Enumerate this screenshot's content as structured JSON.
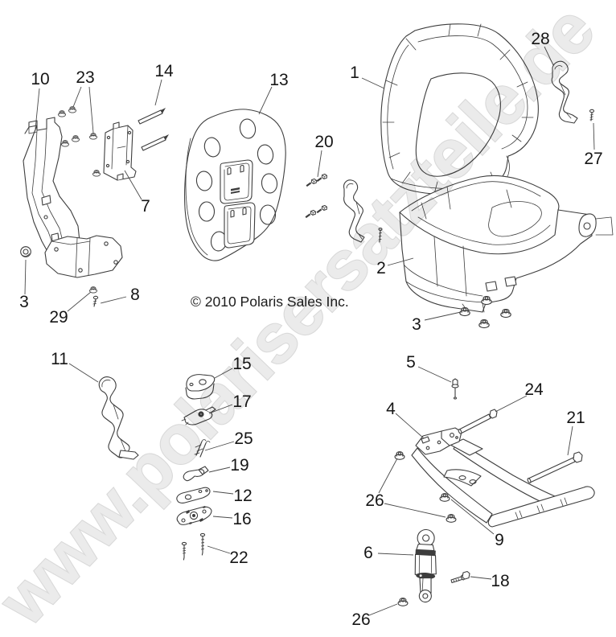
{
  "diagram": {
    "copyright": "© 2010 Polaris Sales Inc.",
    "watermark": {
      "text": "www.polarisersatzteile.de"
    },
    "colors": {
      "background": "#ffffff",
      "line_art": "#3d3d3d",
      "label_text": "#161616",
      "leader_line": "#4a4a4a",
      "watermark_fill": "#ebebeb",
      "watermark_outline": "#d9d9d9"
    },
    "labels": {
      "part1": "1",
      "part2": "2",
      "part3_left": "3",
      "part3_right": "3",
      "part4": "4",
      "part5": "5",
      "part6": "6",
      "part7": "7",
      "part8": "8",
      "part9": "9",
      "part10": "10",
      "part11": "11",
      "part12": "12",
      "part13": "13",
      "part14": "14",
      "part15": "15",
      "part16": "16",
      "part17": "17",
      "part18": "18",
      "part19": "19",
      "part20": "20",
      "part21": "21",
      "part22": "22",
      "part23": "23",
      "part24": "24",
      "part25": "25",
      "part26_upper": "26",
      "part26_lower": "26",
      "part27": "27",
      "part28": "28",
      "part29": "29"
    }
  }
}
